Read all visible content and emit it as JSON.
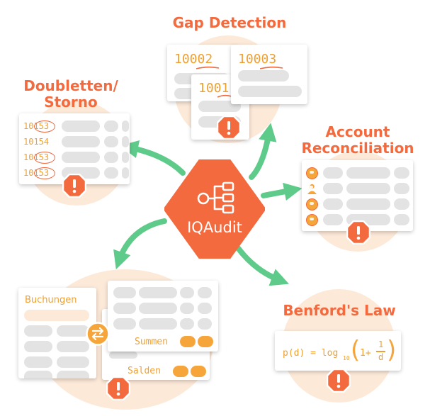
{
  "center": {
    "label": "IQAudit"
  },
  "nodes": {
    "gap": {
      "title": "Gap Detection",
      "num1": "10002",
      "num2": "10003",
      "num3": "1001"
    },
    "doubletten": {
      "title_line1": "Doubletten/",
      "title_line2": "Storno",
      "rows": [
        "10153",
        "10154",
        "10153",
        "10153"
      ]
    },
    "account": {
      "title_line1": "Account",
      "title_line2": "Reconciliation"
    },
    "benford": {
      "title": "Benford's Law",
      "formula_left": "p(d) = log",
      "formula_sub": "10",
      "formula_one": "1+",
      "formula_num": "1",
      "formula_den": "d"
    },
    "buchungen": {
      "card_title": "Buchungen",
      "summen": "Summen",
      "salden": "Salden"
    }
  },
  "colors": {
    "orange": "#f26a3d",
    "amber": "#f6a53a",
    "green": "#5ecb8a",
    "blob": "#fde9d8",
    "gray": "#e3e3e3"
  },
  "icons": [
    "alert-octagon-icon",
    "swap-arrows-icon",
    "tree-diagram-icon",
    "person-icon"
  ]
}
